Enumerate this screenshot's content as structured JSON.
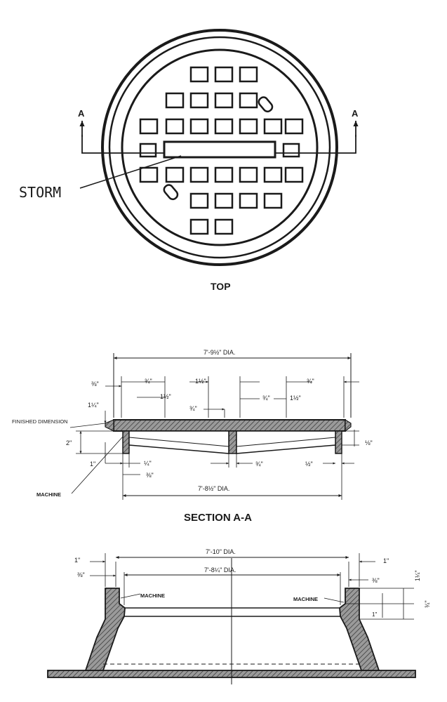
{
  "top_view": {
    "title": "TOP",
    "storm_label": "STORM",
    "section_marker_left": "A",
    "section_marker_right": "A"
  },
  "section_view": {
    "title": "SECTION A-A",
    "dim_top_dia": "7'-9½\" DIA.",
    "dim_bottom_dia": "7'-8½\" DIA.",
    "dim_three_eighths": "⅜\"",
    "dim_one_quarter_left": "1¼\"",
    "dim_two": "2\"",
    "dim_one": "1\"",
    "dim_3_4_a": "¾\"",
    "dim_1_1_2_a": "1½\"",
    "dim_1_1_2_b": "1½\"",
    "dim_3_4_small": "¾\"",
    "dim_3_4_b": "¾\"",
    "dim_1_1_2_c": "1½\"",
    "dim_3_4_c": "¾\"",
    "dim_1_4_bottom": "¼\"",
    "dim_3_8_bottom": "⅜\"",
    "dim_3_4_bottom_mid": "¾\"",
    "dim_1_2_bottom_right": "½\"",
    "dim_1_8_right": "⅛\"",
    "finished_dimension": "FINISHED DIMENSION",
    "machine": "MACHINE"
  },
  "frame_view": {
    "dim_top_dia": "7'-10\" DIA.",
    "dim_inner_dia": "7'-8¼\" DIA.",
    "dim_1_left": "1\"",
    "dim_3_8_left": "⅜\"",
    "dim_1_right": "1\"",
    "dim_3_8_right": "⅜\"",
    "dim_1_1_4_vert": "1¼\"",
    "dim_3_4_vert": "¾\"",
    "dim_1_small": "1\"",
    "machine_left": "MACHINE",
    "machine_right": "MACHINE"
  }
}
